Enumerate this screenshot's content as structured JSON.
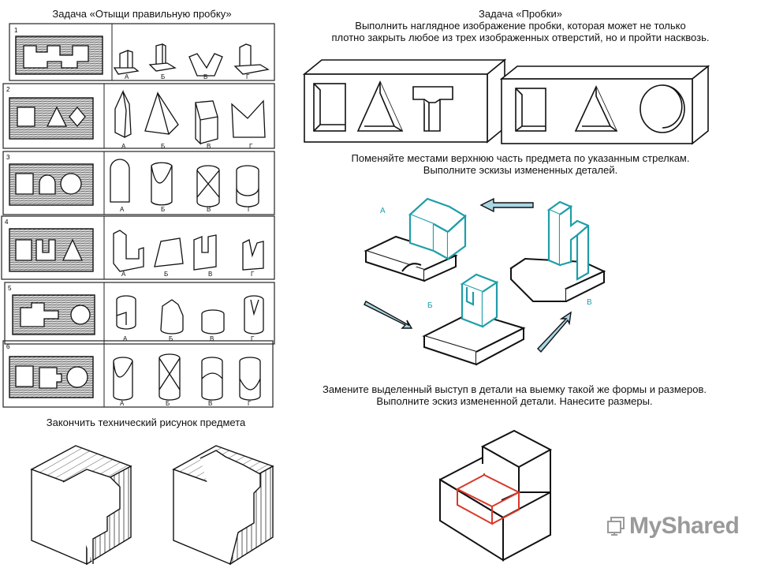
{
  "left_title": "Задача «Отыщи правильную пробку»",
  "right_title": {
    "line1": "Задача «Пробки»",
    "line2": "Выполнить наглядное изображение пробки, которая может не только",
    "line3": "плотно закрыть любое из трех изображенных отверстий, но и пройти насквозь."
  },
  "swap_task": {
    "line1": "Поменяйте местами верхнюю часть предмета по указанным стрелкам.",
    "line2": "Выполните эскизы измененных деталей."
  },
  "replace_task": {
    "line1": "Замените выделенный выступ в детали на выемку такой же формы и размеров.",
    "line2": "Выполните эскиз измененной детали. Нанесите размеры."
  },
  "finish_task": "Закончить технический рисунок предмета",
  "rows": [
    {
      "num": "1",
      "letters": [
        "А",
        "Б",
        "В",
        "Г"
      ]
    },
    {
      "num": "2",
      "letters": [
        "А",
        "Б",
        "В",
        "Г"
      ]
    },
    {
      "num": "3",
      "letters": [
        "А",
        "Б",
        "В",
        "Г"
      ]
    },
    {
      "num": "4",
      "letters": [
        "А",
        "Б",
        "В",
        "Г"
      ]
    },
    {
      "num": "5",
      "letters": [
        "А",
        "Б",
        "В",
        "Г"
      ]
    },
    {
      "num": "6",
      "letters": [
        "А",
        "Б",
        "В",
        "Г"
      ]
    }
  ],
  "part_labels": {
    "a": "А",
    "b": "Б",
    "v": "В"
  },
  "watermark": "MyShared",
  "colors": {
    "teal": "#1e9ea8",
    "red": "#d9382a",
    "arrow": "#a9d6e5",
    "watermark": "#9a9a9a"
  }
}
